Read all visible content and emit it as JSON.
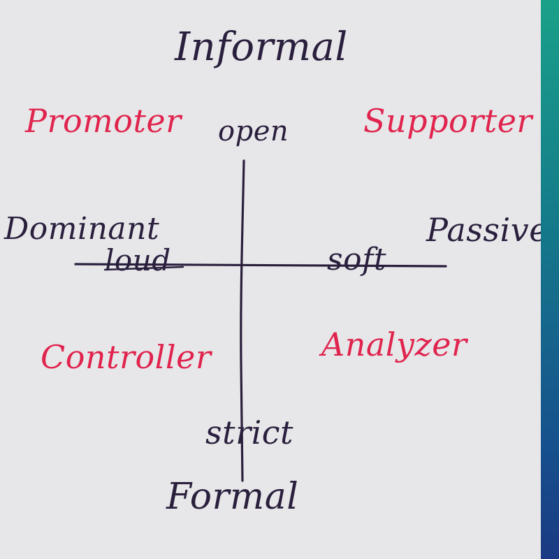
{
  "labels": {
    "top": "Informal",
    "bottom": "Formal",
    "top_trait": "open",
    "bottom_trait": "strict",
    "left": "Dominant",
    "left_trait": "loud",
    "right": "Passive",
    "right_trait": "soft"
  },
  "quadrants": {
    "top_left": "Promoter",
    "top_right": "Supporter",
    "bottom_left": "Controller",
    "bottom_right": "Analyzer"
  },
  "colors": {
    "ink": "#2a1f3d",
    "accent": "#e0244e",
    "paper": "#e7e7e9",
    "edge_bar_top": "#1aa089",
    "edge_bar_bottom": "#1b3a83"
  }
}
